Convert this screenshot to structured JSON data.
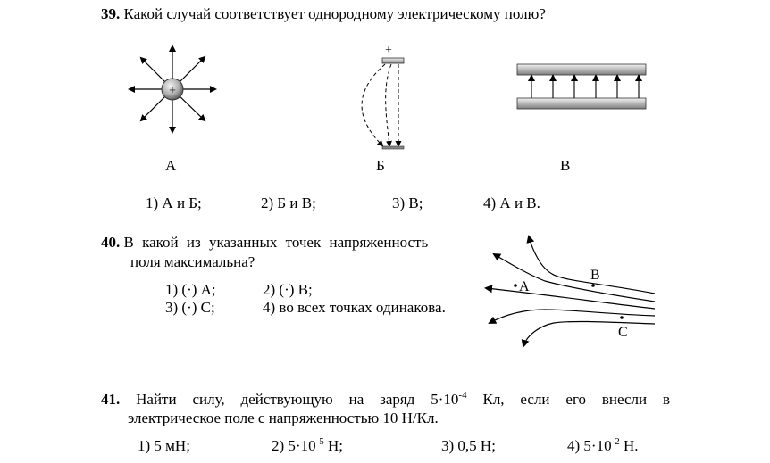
{
  "q39": {
    "number": "39.",
    "text": "Какой случай соответствует однородному электрическому полю?",
    "figures": [
      {
        "label": "А",
        "kind": "point-charge-radial-field",
        "charge": "+"
      },
      {
        "label": "Б",
        "kind": "charged-plates-curved-lines",
        "charge": "+"
      },
      {
        "label": "В",
        "kind": "parallel-plates-uniform-field"
      }
    ],
    "options": [
      "1) А и Б;",
      "2) Б и В;",
      "3) В;",
      "4) А и В."
    ]
  },
  "q40": {
    "number": "40.",
    "line1": "В какой из указанных точек  напряженность",
    "line2": "поля максимальна?",
    "options": [
      "1) (·) А;",
      "2) (·) В;",
      "3) (·) С;",
      "4) во всех точках одинакова."
    ],
    "points": [
      "A",
      "B",
      "C"
    ]
  },
  "q41": {
    "number": "41.",
    "line1_pre": "Найти силу, действующую на заряд 5·10",
    "line1_exp": "-4",
    "line1_post": " Кл, если его внесли в",
    "line2": "электрическое поле с напряженностью 10 Н/Кл.",
    "options": [
      {
        "base": "1) 5 мН;",
        "exp": "",
        "unit": ""
      },
      {
        "base": "2) 5·10",
        "exp": "-5",
        "unit": " Н;"
      },
      {
        "base": "3) 0,5 Н;",
        "exp": "",
        "unit": ""
      },
      {
        "base": "4) 5·10",
        "exp": "-2",
        "unit": " Н."
      }
    ]
  }
}
